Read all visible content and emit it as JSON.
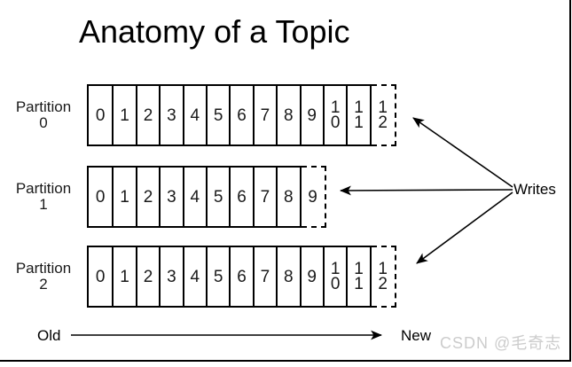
{
  "title": "Anatomy of a Topic",
  "writes_label": "Writes",
  "old_label": "Old",
  "new_label": "New",
  "watermark": "CSDN @毛奇志",
  "partitions": [
    {
      "label_line1": "Partition",
      "label_line2": "0",
      "cells": [
        "0",
        "1",
        "2",
        "3",
        "4",
        "5",
        "6",
        "7",
        "8",
        "9",
        "1\n0",
        "1\n1"
      ],
      "dashed_cell": "1\n2"
    },
    {
      "label_line1": "Partition",
      "label_line2": "1",
      "cells": [
        "0",
        "1",
        "2",
        "3",
        "4",
        "5",
        "6",
        "7",
        "8"
      ],
      "dashed_cell": "9"
    },
    {
      "label_line1": "Partition",
      "label_line2": "2",
      "cells": [
        "0",
        "1",
        "2",
        "3",
        "4",
        "5",
        "6",
        "7",
        "8",
        "9",
        "1\n0",
        "1\n1"
      ],
      "dashed_cell": "1\n2"
    }
  ],
  "colors": {
    "line": "#000000",
    "text": "#1a1a1a",
    "watermark": "#cccccc",
    "background": "#ffffff"
  }
}
